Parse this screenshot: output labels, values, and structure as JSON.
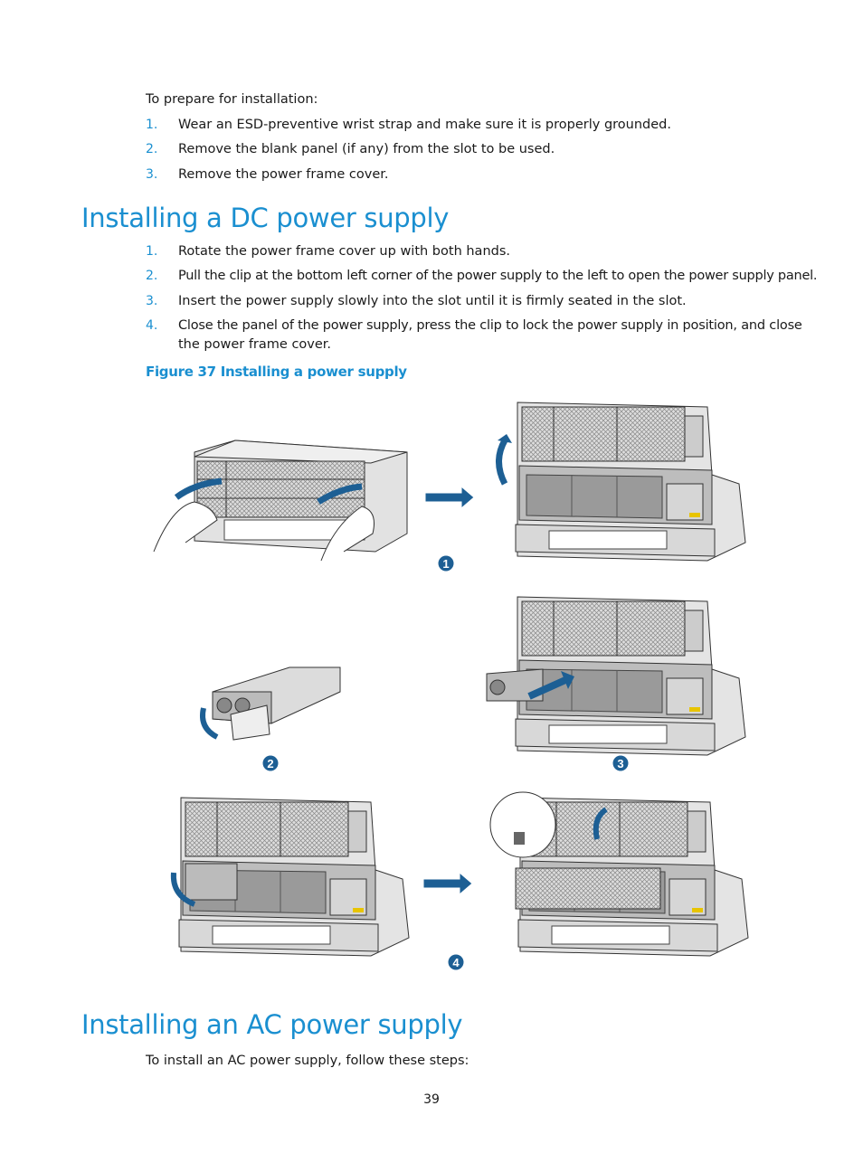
{
  "intro": "To prepare for installation:",
  "prep_steps": [
    {
      "n": "1.",
      "text": "Wear an ESD-preventive wrist strap and make sure it is properly grounded."
    },
    {
      "n": "2.",
      "text": "Remove the blank panel (if any) from the slot to be used."
    },
    {
      "n": "3.",
      "text": "Remove the power frame cover."
    }
  ],
  "dc_heading": "Installing a DC power supply",
  "dc_steps": [
    {
      "n": "1.",
      "text": "Rotate the power frame cover up with both hands."
    },
    {
      "n": "2.",
      "text": "Pull the clip at the bottom left corner of the power supply to the left to open the power supply panel."
    },
    {
      "n": "3.",
      "text": "Insert the power supply slowly into the slot until it is firmly seated in the slot."
    },
    {
      "n": "4.",
      "text": "Close the panel of the power supply, press the clip to lock the power supply in position, and close",
      "text2": "the power frame cover."
    }
  ],
  "figure_caption": "Figure 37 Installing a power supply",
  "figure_steps": [
    "1",
    "2",
    "3",
    "4"
  ],
  "ac_heading": "Installing an AC power supply",
  "ac_intro": "To install an AC power supply, follow these steps:",
  "page_number": "39",
  "colors": {
    "accent": "#1a8fd0",
    "arrow": "#1d5f94"
  }
}
